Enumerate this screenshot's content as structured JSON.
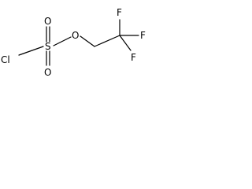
{
  "molecule": {
    "atoms": [
      {
        "id": "cl",
        "symbol": "Cl"
      },
      {
        "id": "s",
        "symbol": "S"
      },
      {
        "id": "o_top",
        "symbol": "O"
      },
      {
        "id": "o_bottom",
        "symbol": "O"
      },
      {
        "id": "o_ester",
        "symbol": "O"
      },
      {
        "id": "f_top",
        "symbol": "F"
      },
      {
        "id": "f_right",
        "symbol": "F"
      },
      {
        "id": "f_bottom",
        "symbol": "F"
      }
    ],
    "bonds": [
      {
        "from": "cl",
        "to": "s",
        "order": 1
      },
      {
        "from": "s",
        "to": "o_top",
        "order": 2
      },
      {
        "from": "s",
        "to": "o_bottom",
        "order": 2
      },
      {
        "from": "s",
        "to": "o_ester",
        "order": 1
      },
      {
        "from": "o_ester",
        "to": "ch2",
        "order": 1
      },
      {
        "from": "ch2",
        "to": "cf3",
        "order": 1
      },
      {
        "from": "cf3",
        "to": "f_top",
        "order": 1
      },
      {
        "from": "cf3",
        "to": "f_right",
        "order": 1
      },
      {
        "from": "cf3",
        "to": "f_bottom",
        "order": 1
      }
    ]
  }
}
